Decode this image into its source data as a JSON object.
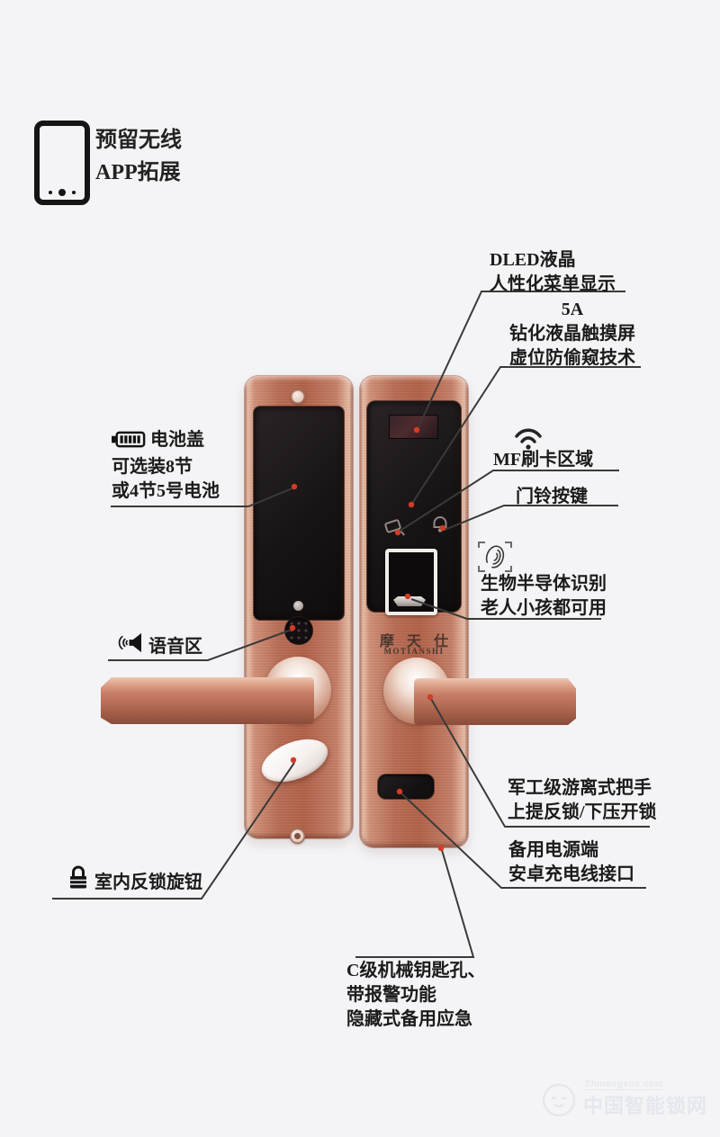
{
  "background": "#f4f4f6",
  "badge": {
    "icon": "tablet-icon",
    "line1": "预留无线",
    "line2": "APP拓展"
  },
  "lock": {
    "brand_cn": "摩天仕",
    "brand_en": "MOTIANSHI"
  },
  "annotations": {
    "dled": {
      "line1": "DLED液晶",
      "line2": "人性化菜单显示"
    },
    "five_a": {
      "line1": "5A",
      "line2": "钻化液晶触摸屏",
      "line3": "虚位防偷窥技术"
    },
    "mf": {
      "icon": "wifi-icon",
      "line1": "MF刷卡区域"
    },
    "doorbell": {
      "line1": "门铃按键"
    },
    "fingerprint": {
      "icon": "fingerprint-icon",
      "line1": "生物半导体识别",
      "line2": "老人小孩都可用"
    },
    "battery": {
      "icon": "battery-icon",
      "line1": "电池盖",
      "line2": "可选装8节",
      "line3": "或4节5号电池"
    },
    "voice": {
      "icon": "speaker-icon",
      "line1": "语音区"
    },
    "knob": {
      "icon": "padlock-icon",
      "line1": "室内反锁旋钮"
    },
    "handle": {
      "line1": "军工级游离式把手",
      "line2": "上提反锁/下压开锁"
    },
    "power": {
      "line1": "备用电源端",
      "line2": "安卓充电线接口"
    },
    "key": {
      "line1": "C级机械钥匙孔、",
      "line2": "带报警功能",
      "line3": "隐藏式备用应急"
    }
  },
  "watermark": {
    "url": "Zhinengsuo.com",
    "name": "中国智能锁网"
  },
  "colors": {
    "copper": "#b76c54",
    "panel_black": "#171314",
    "callout_red": "#d43a25",
    "leader_line": "#3a3a3a"
  }
}
